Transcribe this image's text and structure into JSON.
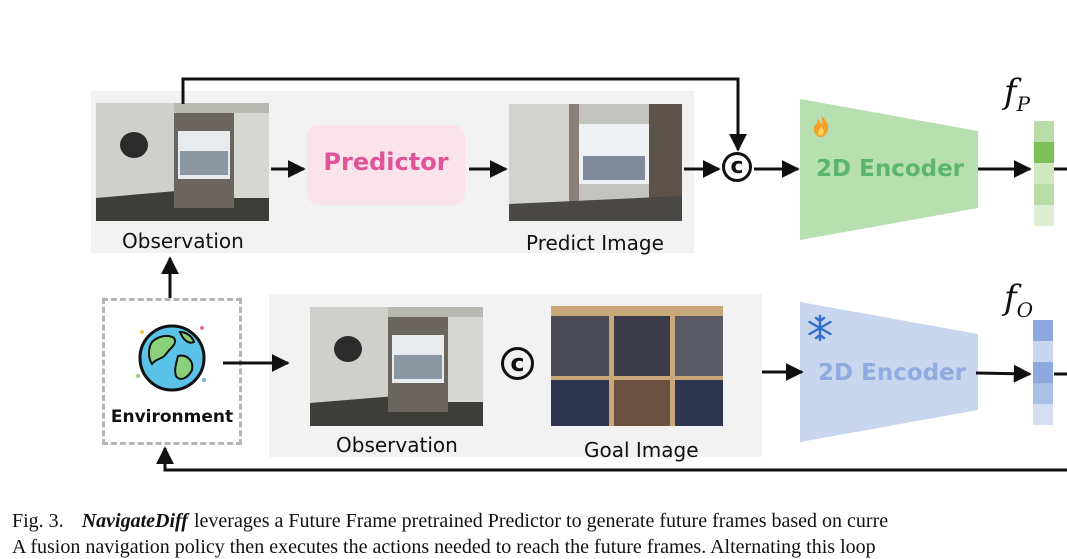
{
  "figure": {
    "top_branch": {
      "observation_label": "Observation",
      "predictor_label": "Predictor",
      "predict_image_label": "Predict Image",
      "concat_symbol": "c",
      "encoder_label": "2D Encoder",
      "encoder_icon": "fire-icon",
      "feature_symbol": "f",
      "feature_subscript": "P",
      "feature_colors": [
        "#b9dca8",
        "#7fbf5a",
        "#cfe8c2",
        "#b9dca8",
        "#dcefd2"
      ]
    },
    "bottom_branch": {
      "environment_label": "Environment",
      "observation_label": "Observation",
      "goal_image_label": "Goal Image",
      "concat_symbol": "c",
      "encoder_label": "2D Encoder",
      "encoder_icon": "snowflake-icon",
      "feature_symbol": "f",
      "feature_subscript": "O",
      "feature_colors": [
        "#8ea9dd",
        "#c9d6f0",
        "#8ea9dd",
        "#a9bfe6",
        "#d3def3"
      ]
    },
    "colors": {
      "predictor_fill": "#fbe3ec",
      "predictor_text": "#e0559a",
      "encoder_green_fill": "#b7dfb0",
      "encoder_green_text": "#5bb56a",
      "encoder_blue_fill": "#c8d6ee",
      "encoder_blue_text": "#8fabe0",
      "panel_fill": "#f2f2f2"
    }
  },
  "caption": {
    "prefix": "Fig. 3.",
    "name": "NavigateDiff",
    "line1": "leverages a Future Frame pretrained Predictor to generate future frames based on curre",
    "line2": "A fusion navigation policy then executes the actions needed to reach the future frames. Alternating this loop"
  }
}
